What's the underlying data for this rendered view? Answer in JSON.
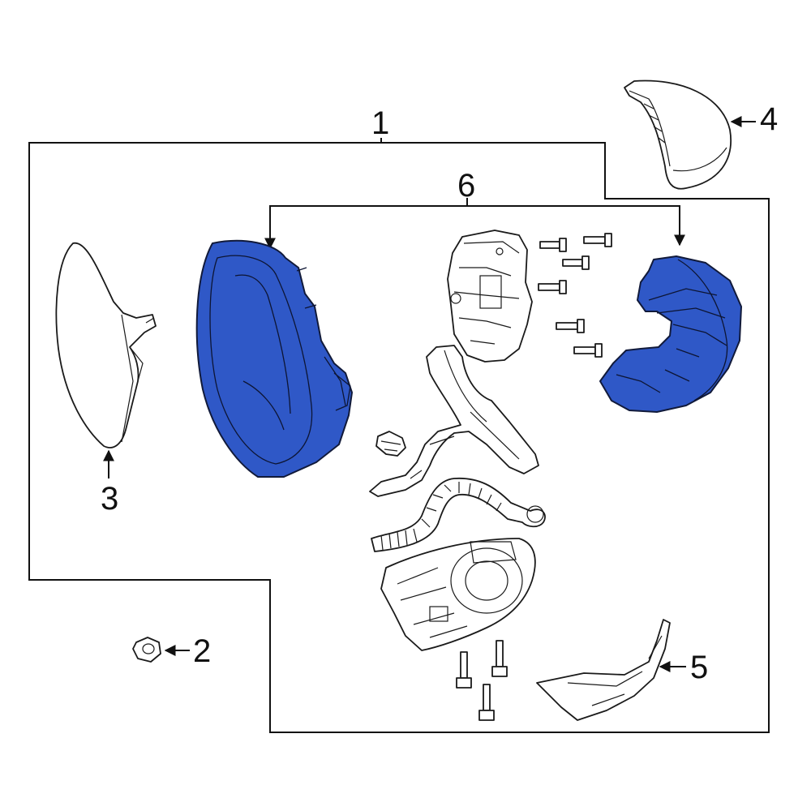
{
  "callouts": {
    "c1": "1",
    "c2": "2",
    "c3": "3",
    "c4": "4",
    "c5": "5",
    "c6": "6"
  },
  "colors": {
    "highlight": "#2f58c7",
    "line": "#111111",
    "background": "#ffffff"
  }
}
